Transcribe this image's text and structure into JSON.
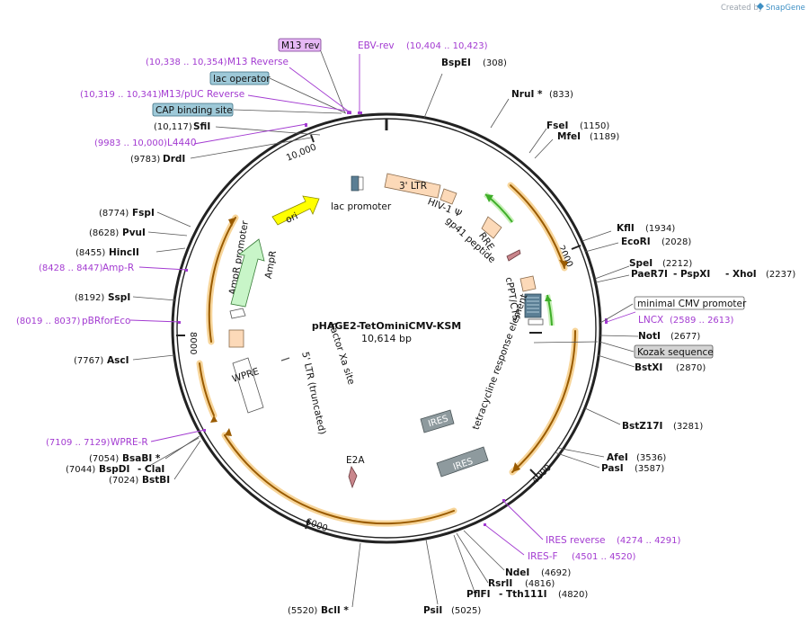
{
  "credit": {
    "text": "Created by",
    "brand": "SnapGene"
  },
  "plasmid": {
    "name": "pHAGE2-TetOminiCMV-KSM",
    "size": "10,614 bp"
  },
  "ticks": [
    "2000",
    "4000",
    "6000",
    "8000",
    "10,000"
  ],
  "sites_right": [
    {
      "name": "BspEI",
      "pos": "(308)"
    },
    {
      "name": "NruI *",
      "pos": "(833)"
    },
    {
      "name": "FseI",
      "pos": "(1150)"
    },
    {
      "name": "MfeI",
      "pos": "(1189)"
    },
    {
      "name": "KflI",
      "pos": "(1934)"
    },
    {
      "name": "EcoRI",
      "pos": "(2028)"
    },
    {
      "name": "SpeI",
      "pos": "(2212)"
    },
    {
      "name": "PaeR7I",
      "pos": ""
    },
    {
      "name": "- PspXI",
      "pos": ""
    },
    {
      "name": "- XhoI",
      "pos": "(2237)"
    },
    {
      "name": "NotI",
      "pos": "(2677)"
    },
    {
      "name": "BstXI",
      "pos": "(2870)"
    },
    {
      "name": "BstZ17I",
      "pos": "(3281)"
    },
    {
      "name": "AfeI",
      "pos": "(3536)"
    },
    {
      "name": "PasI",
      "pos": "(3587)"
    },
    {
      "name": "NdeI",
      "pos": "(4692)"
    },
    {
      "name": "RsrII",
      "pos": "(4816)"
    },
    {
      "name": "PflFI",
      "pos": ""
    },
    {
      "name": "- Tth111I",
      "pos": "(4820)"
    },
    {
      "name": "PsiI",
      "pos": "(5025)"
    },
    {
      "name": "BclI *",
      "pos": "(5520)"
    }
  ],
  "sites_left": [
    {
      "name": "SfiI",
      "pos": "(10,117)"
    },
    {
      "name": "DrdI",
      "pos": "(9783)"
    },
    {
      "name": "FspI",
      "pos": "(8774)"
    },
    {
      "name": "PvuI",
      "pos": "(8628)"
    },
    {
      "name": "HincII",
      "pos": "(8455)"
    },
    {
      "name": "SspI",
      "pos": "(8192)"
    },
    {
      "name": "AscI",
      "pos": "(7767)"
    },
    {
      "name": "BsaBI *",
      "pos": "(7054)"
    },
    {
      "name": "BspDI",
      "pos": "(7044)"
    },
    {
      "name": "- ClaI",
      "pos": ""
    },
    {
      "name": "BstBI",
      "pos": "(7024)"
    }
  ],
  "primers": [
    {
      "name": "EBV-rev",
      "pos": "(10,404 .. 10,423)"
    },
    {
      "name": "M13 Reverse",
      "pos": "(10,338 .. 10,354)"
    },
    {
      "name": "M13/pUC Reverse",
      "pos": "(10,319 .. 10,341)"
    },
    {
      "name": "L4440",
      "pos": "(9983 .. 10,000)"
    },
    {
      "name": "Amp-R",
      "pos": "(8428 .. 8447)"
    },
    {
      "name": "pBRforEco",
      "pos": "(8019 .. 8037)"
    },
    {
      "name": "WPRE-R",
      "pos": "(7109 .. 7129)"
    },
    {
      "name": "LNCX",
      "pos": "(2589 .. 2613)"
    },
    {
      "name": "IRES reverse",
      "pos": "(4274 .. 4291)"
    },
    {
      "name": "IRES-F",
      "pos": "(4501 .. 4520)"
    }
  ],
  "boxes": [
    {
      "name": "M13 rev",
      "color": "#e6b8f5"
    },
    {
      "name": "lac operator",
      "color": "#9ec9d8"
    },
    {
      "name": "CAP binding site",
      "color": "#9ec9d8"
    },
    {
      "name": "minimal CMV promoter",
      "color": "#ffffff"
    },
    {
      "name": "Kozak sequence",
      "color": "#d4d4d4"
    }
  ],
  "features": {
    "ltr3": "3' LTR",
    "hiv_psi": "HIV-1 Ψ",
    "rre": "RRE",
    "gp41": "gp41 peptide",
    "cppt": "cPPT/CTS",
    "tre": "tetracycline response element",
    "ires1": "IRES",
    "ires2": "IRES",
    "e2a": "E2A",
    "factor_xa": "Factor Xa site",
    "wpre": "WPRE",
    "ltr5": "5' LTR (truncated)",
    "ampr_promoter": "AmpR promoter",
    "ampr": "AmpR",
    "ori": "ori",
    "lac_promoter": "lac promoter"
  },
  "colors": {
    "backbone": "#222222",
    "orf": "#f5a623",
    "ltr": "#fcd9b8",
    "ori": "#ffff00",
    "ampr": "#c8f5c8",
    "ires": "#8e9a9e",
    "primer": "#a33bd1",
    "green_arrow": "#3fae29"
  }
}
